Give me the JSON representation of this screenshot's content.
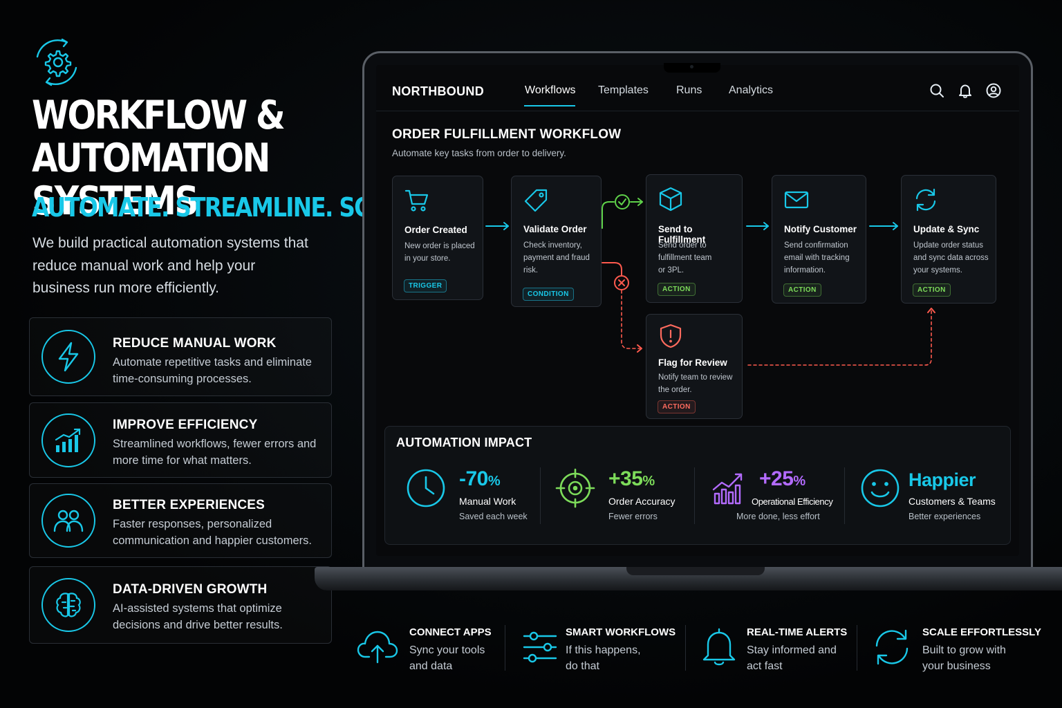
{
  "hero": {
    "headline_line1": "WORKFLOW &",
    "headline_line2": "AUTOMATION SYSTEMS",
    "tagline": "AUTOMATE. STREAMLINE. SCALE.",
    "intro": "We build practical automation systems that reduce manual work and help your business run more efficiently.",
    "icon": "gear-cycle-icon"
  },
  "features": [
    {
      "title": "REDUCE MANUAL WORK",
      "desc": "Automate repetitive tasks and eliminate time-consuming processes.",
      "icon": "lightning-icon"
    },
    {
      "title": "IMPROVE EFFICIENCY",
      "desc": "Streamlined workflows, fewer errors and more time for what matters.",
      "icon": "growth-chart-icon"
    },
    {
      "title": "BETTER EXPERIENCES",
      "desc": "Faster responses, personalized communication and happier customers.",
      "icon": "users-icon"
    },
    {
      "title": "DATA-DRIVEN GROWTH",
      "desc": "AI-assisted systems that optimize decisions and drive better results.",
      "icon": "brain-icon"
    }
  ],
  "app": {
    "brand": "NORTHBOUND",
    "tabs": [
      "Workflows",
      "Templates",
      "Runs",
      "Analytics"
    ],
    "active_tab": "Workflows",
    "workflow_title": "ORDER FULFILLMENT WORKFLOW",
    "workflow_subtitle": "Automate key tasks from order to delivery."
  },
  "nodes": [
    {
      "title": "Order Created",
      "desc": "New order is placed in your store.",
      "badge": "TRIGGER",
      "icon": "cart-icon"
    },
    {
      "title": "Validate Order",
      "desc": "Check inventory, payment and fraud risk.",
      "badge": "CONDITION",
      "icon": "tag-icon"
    },
    {
      "title": "Send to Fulfillment",
      "desc": "Send order to fulfillment team or 3PL.",
      "badge": "ACTION",
      "icon": "box-icon"
    },
    {
      "title": "Notify Customer",
      "desc": "Send confirmation email with tracking information.",
      "badge": "ACTION",
      "icon": "mail-icon"
    },
    {
      "title": "Update & Sync",
      "desc": "Update order status and sync data across your systems.",
      "badge": "ACTION",
      "icon": "sync-icon"
    },
    {
      "title": "Flag for Review",
      "desc": "Notify team to review the order.",
      "badge": "ACTION",
      "icon": "shield-alert-icon"
    }
  ],
  "impact": {
    "title": "AUTOMATION IMPACT",
    "metrics": [
      {
        "value": "-70",
        "unit": "%",
        "label": "Manual Work",
        "sub": "Saved each week",
        "color": "#19c8e8",
        "icon": "clock-icon"
      },
      {
        "value": "+35",
        "unit": "%",
        "label": "Order Accuracy",
        "sub": "Fewer errors",
        "color": "#7ddc5a",
        "icon": "target-icon"
      },
      {
        "value": "+25",
        "unit": "%",
        "label": "Operational Efficiency",
        "sub": "More done, less effort",
        "color": "#b36bff",
        "icon": "bar-growth-icon"
      },
      {
        "value": "Happier",
        "unit": "",
        "label": "Customers & Teams",
        "sub": "Better experiences",
        "color": "#19c8e8",
        "icon": "smile-icon"
      }
    ]
  },
  "bottom": [
    {
      "title": "CONNECT APPS",
      "desc_line1": "Sync your tools",
      "desc_line2": "and data",
      "icon": "cloud-upload-icon"
    },
    {
      "title": "SMART WORKFLOWS",
      "desc_line1": "If this happens,",
      "desc_line2": "do that",
      "icon": "sliders-icon"
    },
    {
      "title": "REAL-TIME ALERTS",
      "desc_line1": "Stay informed and",
      "desc_line2": "act fast",
      "icon": "bell-icon"
    },
    {
      "title": "SCALE EFFORTLESSLY",
      "desc_line1": "Built to grow with",
      "desc_line2": "your business",
      "icon": "refresh-icon"
    }
  ],
  "colors": {
    "accent": "#19c8e8",
    "success": "#7ddc5a",
    "danger": "#ff6b5e",
    "purple": "#b36bff"
  }
}
